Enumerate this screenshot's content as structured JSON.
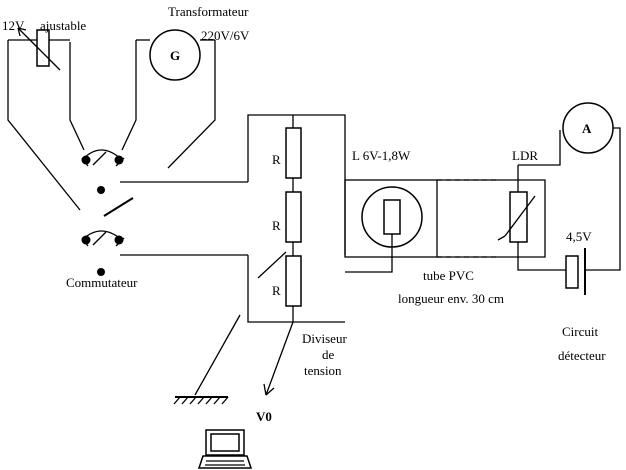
{
  "labels": {
    "voltage_12v": "12V",
    "ajustable": "ajustable",
    "transformateur": "Transformateur",
    "transfo_ratio": "220V/6V",
    "generator": "G",
    "commutateur": "Commutateur",
    "resistor_1": "R",
    "resistor_2": "R",
    "resistor_3": "R",
    "lamp": "L  6V-1,8W",
    "ldr": "LDR",
    "ammeter": "A",
    "battery": "4,5V",
    "tube_1": "tube PVC",
    "tube_2": "longueur env. 30 cm",
    "circuit_1": "Circuit",
    "circuit_2": "détecteur",
    "diviseur_1": "Diviseur",
    "diviseur_2": "de",
    "diviseur_3": "tension",
    "v0": "V0"
  }
}
